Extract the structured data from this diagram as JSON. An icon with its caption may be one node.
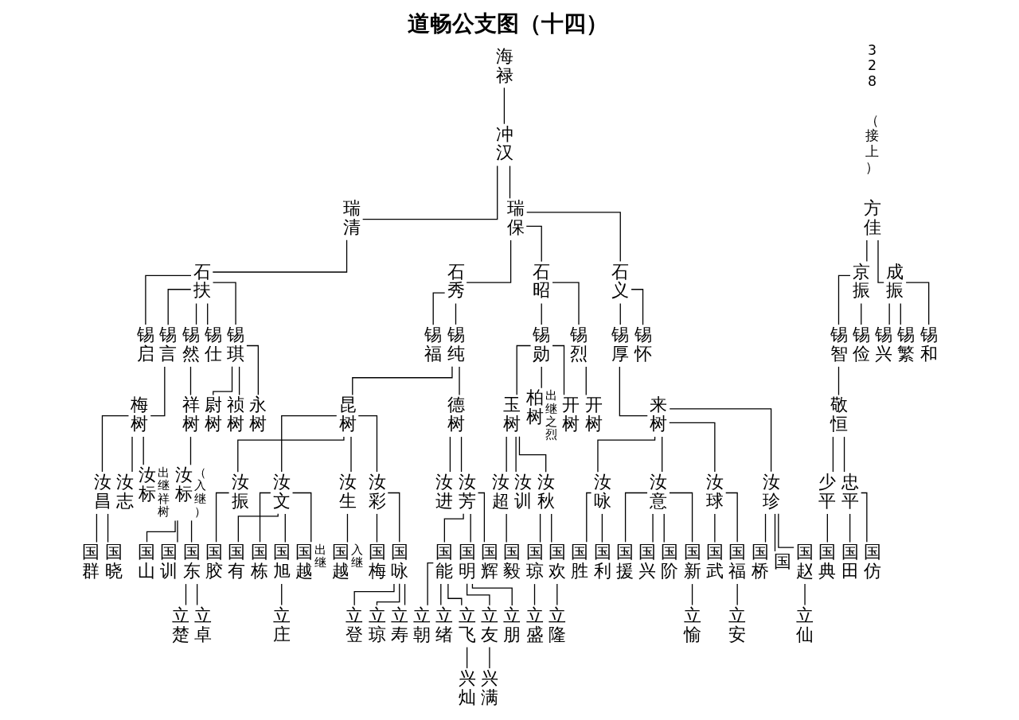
{
  "diagram": {
    "title": "道畅公支图（十四）",
    "nodes": [
      {
        "text": [
          "海禄"
        ]
      },
      {
        "text": [
          "冲汉"
        ]
      },
      {
        "text": [
          "瑞清"
        ]
      },
      {
        "text": [
          "瑞保"
        ]
      },
      {
        "text": [
          "石扶"
        ]
      },
      {
        "text": [
          "石秀"
        ]
      },
      {
        "text": [
          "石昭"
        ]
      },
      {
        "text": [
          "石义"
        ]
      },
      {
        "text": [
          "锡启"
        ]
      },
      {
        "text": [
          "锡言"
        ]
      },
      {
        "text": [
          "锡然"
        ]
      },
      {
        "text": [
          "锡仕"
        ]
      },
      {
        "text": [
          "锡琪"
        ]
      },
      {
        "text": [
          "锡福"
        ]
      },
      {
        "text": [
          "锡纯"
        ]
      },
      {
        "text": [
          "锡勋"
        ]
      },
      {
        "text": [
          "锡烈"
        ]
      },
      {
        "text": [
          "锡厚"
        ]
      },
      {
        "text": [
          "锡怀"
        ]
      },
      {
        "text": [
          "方佳"
        ]
      },
      {
        "text": [
          "京振"
        ]
      },
      {
        "text": [
          "成振"
        ]
      },
      {
        "text": [
          "锡智"
        ]
      },
      {
        "text": [
          "锡俭"
        ]
      },
      {
        "text": [
          "锡兴"
        ]
      },
      {
        "text": [
          "锡繁"
        ]
      },
      {
        "text": [
          "锡和"
        ]
      },
      {
        "text": [
          "梅树"
        ]
      },
      {
        "text": [
          "祥树"
        ]
      },
      {
        "text": [
          "尉树"
        ]
      },
      {
        "text": [
          "祯树"
        ]
      },
      {
        "text": [
          "永树"
        ]
      },
      {
        "text": [
          "昆树"
        ]
      },
      {
        "text": [
          "德树"
        ]
      },
      {
        "text": [
          "玉树"
        ]
      },
      {
        "text": [
          "柏树"
        ],
        "beside": [
          "出继之烈"
        ]
      },
      {
        "text": [
          "开树"
        ]
      },
      {
        "text": [
          "开树"
        ]
      },
      {
        "text": [
          "来树"
        ]
      },
      {
        "text": [
          "敬恒"
        ]
      },
      {
        "text": [
          "汝昌"
        ]
      },
      {
        "text": [
          "汝志"
        ]
      },
      {
        "text": [
          "汝标"
        ],
        "beside": [
          "出继祥树"
        ]
      },
      {
        "text": [
          "汝标"
        ],
        "beside": [
          "（入继）"
        ]
      },
      {
        "text": [
          "汝振"
        ]
      },
      {
        "text": [
          "汝文"
        ]
      },
      {
        "text": [
          "汝生"
        ]
      },
      {
        "text": [
          "汝彩"
        ]
      },
      {
        "text": [
          "汝进"
        ]
      },
      {
        "text": [
          "汝芳"
        ]
      },
      {
        "text": [
          "汝超"
        ]
      },
      {
        "text": [
          "汝训"
        ]
      },
      {
        "text": [
          "汝秋"
        ]
      },
      {
        "text": [
          "汝咏"
        ]
      },
      {
        "text": [
          "汝意"
        ]
      },
      {
        "text": [
          "汝球"
        ]
      },
      {
        "text": [
          "汝珍"
        ]
      },
      {
        "text": [
          "少平"
        ]
      },
      {
        "text": [
          "忠平"
        ]
      },
      {
        "text": [
          "国群"
        ]
      },
      {
        "text": [
          "国晓"
        ]
      },
      {
        "text": [
          "国山"
        ]
      },
      {
        "text": [
          "国训"
        ]
      },
      {
        "text": [
          "国东"
        ]
      },
      {
        "text": [
          "国胶"
        ]
      },
      {
        "text": [
          "国有"
        ]
      },
      {
        "text": [
          "国栋"
        ]
      },
      {
        "text": [
          "国旭"
        ]
      },
      {
        "text": [
          "国越"
        ],
        "beside": [
          "出继"
        ]
      },
      {
        "text": [
          "国越"
        ],
        "beside": [
          "入继"
        ]
      },
      {
        "text": [
          "国梅"
        ]
      },
      {
        "text": [
          "国咏"
        ]
      },
      {
        "text": [
          "国能"
        ]
      },
      {
        "text": [
          "国明"
        ]
      },
      {
        "text": [
          "国辉"
        ]
      },
      {
        "text": [
          "国毅"
        ]
      },
      {
        "text": [
          "国琼"
        ]
      },
      {
        "text": [
          "国欢"
        ]
      },
      {
        "text": [
          "国胜"
        ]
      },
      {
        "text": [
          "国利"
        ]
      },
      {
        "text": [
          "国援"
        ]
      },
      {
        "text": [
          "国兴"
        ]
      },
      {
        "text": [
          "国阶"
        ]
      },
      {
        "text": [
          "国新"
        ]
      },
      {
        "text": [
          "国武"
        ]
      },
      {
        "text": [
          "国福"
        ]
      },
      {
        "text": [
          "国桥"
        ]
      },
      {
        "text": [
          "国"
        ]
      },
      {
        "text": [
          "国赵"
        ]
      },
      {
        "text": [
          "国典"
        ]
      },
      {
        "text": [
          "国田"
        ]
      },
      {
        "text": [
          "国仿"
        ]
      },
      {
        "text": [
          "立楚"
        ]
      },
      {
        "text": [
          "立卓"
        ]
      },
      {
        "text": [
          "立庄"
        ]
      },
      {
        "text": [
          "立登"
        ]
      },
      {
        "text": [
          "立琼"
        ]
      },
      {
        "text": [
          "立寿"
        ]
      },
      {
        "text": [
          "立朝"
        ]
      },
      {
        "text": [
          "立绪"
        ]
      },
      {
        "text": [
          "立飞"
        ]
      },
      {
        "text": [
          "立友"
        ]
      },
      {
        "text": [
          "立朋"
        ]
      },
      {
        "text": [
          "立盛"
        ]
      },
      {
        "text": [
          "立隆"
        ]
      },
      {
        "text": [
          "立愉"
        ]
      },
      {
        "text": [
          "立安"
        ]
      },
      {
        "text": [
          "立仙"
        ]
      },
      {
        "text": [
          "兴灿"
        ]
      },
      {
        "text": [
          "兴满"
        ]
      }
    ],
    "edges": [
      {
        "from": 0,
        "to": 1,
        "arrow": "none"
      },
      {
        "from": 1,
        "to": 2,
        "arrow": "none"
      },
      {
        "from": 1,
        "to": 3,
        "arrow": "none"
      },
      {
        "from": 2,
        "to": 4,
        "arrow": "none"
      },
      {
        "from": 3,
        "to": 5,
        "arrow": "none"
      },
      {
        "from": 3,
        "to": 6,
        "arrow": "none"
      },
      {
        "from": 3,
        "to": 7,
        "arrow": "none"
      },
      {
        "from": 4,
        "to": 8,
        "arrow": "none"
      },
      {
        "from": 4,
        "to": 9,
        "arrow": "none"
      },
      {
        "from": 4,
        "to": 10,
        "arrow": "none"
      },
      {
        "from": 4,
        "to": 11,
        "arrow": "none"
      },
      {
        "from": 4,
        "to": 12,
        "arrow": "none"
      },
      {
        "from": 5,
        "to": 13,
        "arrow": "none"
      },
      {
        "from": 5,
        "to": 14,
        "arrow": "none"
      },
      {
        "from": 6,
        "to": 15,
        "arrow": "none"
      },
      {
        "from": 6,
        "to": 16,
        "arrow": "none"
      },
      {
        "from": 7,
        "to": 17,
        "arrow": "none"
      },
      {
        "from": 7,
        "to": 18,
        "arrow": "none"
      },
      {
        "from": 19,
        "to": 20,
        "arrow": "none"
      },
      {
        "from": 19,
        "to": 21,
        "arrow": "none"
      },
      {
        "from": 20,
        "to": 22,
        "arrow": "none"
      },
      {
        "from": 20,
        "to": 23,
        "arrow": "none"
      },
      {
        "from": 21,
        "to": 24,
        "arrow": "none"
      },
      {
        "from": 21,
        "to": 25,
        "arrow": "none"
      },
      {
        "from": 21,
        "to": 26,
        "arrow": "none"
      },
      {
        "from": 9,
        "to": 27,
        "arrow": "none"
      },
      {
        "from": 10,
        "to": 28,
        "arrow": "none"
      },
      {
        "from": 12,
        "to": 29,
        "arrow": "none"
      },
      {
        "from": 12,
        "to": 30,
        "arrow": "none"
      },
      {
        "from": 12,
        "to": 31,
        "arrow": "none"
      },
      {
        "from": 14,
        "to": 32,
        "arrow": "none"
      },
      {
        "from": 14,
        "to": 33,
        "arrow": "none"
      },
      {
        "from": 15,
        "to": 34,
        "arrow": "none"
      },
      {
        "from": 15,
        "to": 35,
        "arrow": "none"
      },
      {
        "from": 15,
        "to": 36,
        "arrow": "none"
      },
      {
        "from": 16,
        "to": 37,
        "arrow": "none"
      },
      {
        "from": 17,
        "to": 38,
        "arrow": "none"
      },
      {
        "from": 22,
        "to": 39,
        "arrow": "none"
      },
      {
        "from": 27,
        "to": 40,
        "arrow": "none"
      },
      {
        "from": 27,
        "to": 41,
        "arrow": "none"
      },
      {
        "from": 27,
        "to": 42,
        "arrow": "none"
      },
      {
        "from": 28,
        "to": 43,
        "arrow": "none"
      },
      {
        "from": 32,
        "to": 44,
        "arrow": "none"
      },
      {
        "from": 32,
        "to": 45,
        "arrow": "none"
      },
      {
        "from": 32,
        "to": 46,
        "arrow": "none"
      },
      {
        "from": 32,
        "to": 47,
        "arrow": "none"
      },
      {
        "from": 33,
        "to": 48,
        "arrow": "none"
      },
      {
        "from": 33,
        "to": 49,
        "arrow": "none"
      },
      {
        "from": 34,
        "to": 50,
        "arrow": "none"
      },
      {
        "from": 34,
        "to": 51,
        "arrow": "none"
      },
      {
        "from": 34,
        "to": 52,
        "arrow": "none"
      },
      {
        "from": 38,
        "to": 53,
        "arrow": "none"
      },
      {
        "from": 38,
        "to": 54,
        "arrow": "none"
      },
      {
        "from": 38,
        "to": 55,
        "arrow": "none"
      },
      {
        "from": 38,
        "to": 56,
        "arrow": "none"
      },
      {
        "from": 39,
        "to": 57,
        "arrow": "none"
      },
      {
        "from": 39,
        "to": 58,
        "arrow": "none"
      },
      {
        "from": 40,
        "to": 59,
        "arrow": "none"
      },
      {
        "from": 40,
        "to": 60,
        "arrow": "none"
      },
      {
        "from": 43,
        "to": 61,
        "arrow": "none"
      },
      {
        "from": 43,
        "to": 62,
        "arrow": "none"
      },
      {
        "from": 43,
        "to": 63,
        "arrow": "none"
      },
      {
        "from": 44,
        "to": 64,
        "arrow": "none"
      },
      {
        "from": 45,
        "to": 65,
        "arrow": "none"
      },
      {
        "from": 45,
        "to": 66,
        "arrow": "none"
      },
      {
        "from": 45,
        "to": 67,
        "arrow": "none"
      },
      {
        "from": 45,
        "to": 68,
        "arrow": "none"
      },
      {
        "from": 46,
        "to": 69,
        "arrow": "none"
      },
      {
        "from": 47,
        "to": 70,
        "arrow": "none"
      },
      {
        "from": 47,
        "to": 71,
        "arrow": "none"
      },
      {
        "from": 49,
        "to": 72,
        "arrow": "none"
      },
      {
        "from": 49,
        "to": 73,
        "arrow": "none"
      },
      {
        "from": 49,
        "to": 74,
        "arrow": "none"
      },
      {
        "from": 50,
        "to": 75,
        "arrow": "none"
      },
      {
        "from": 52,
        "to": 76,
        "arrow": "none"
      },
      {
        "from": 52,
        "to": 77,
        "arrow": "none"
      },
      {
        "from": 53,
        "to": 78,
        "arrow": "none"
      },
      {
        "from": 53,
        "to": 79,
        "arrow": "none"
      },
      {
        "from": 54,
        "to": 80,
        "arrow": "none"
      },
      {
        "from": 54,
        "to": 81,
        "arrow": "none"
      },
      {
        "from": 54,
        "to": 82,
        "arrow": "none"
      },
      {
        "from": 54,
        "to": 83,
        "arrow": "none"
      },
      {
        "from": 55,
        "to": 84,
        "arrow": "none"
      },
      {
        "from": 55,
        "to": 85,
        "arrow": "none"
      },
      {
        "from": 56,
        "to": 86,
        "arrow": "none"
      },
      {
        "from": 56,
        "to": 87,
        "arrow": "none"
      },
      {
        "from": 56,
        "to": 88,
        "arrow": "none"
      },
      {
        "from": 57,
        "to": 89,
        "arrow": "none"
      },
      {
        "from": 58,
        "to": 90,
        "arrow": "none"
      },
      {
        "from": 58,
        "to": 91,
        "arrow": "none"
      },
      {
        "from": 63,
        "to": 92,
        "arrow": "none"
      },
      {
        "from": 63,
        "to": 93,
        "arrow": "none"
      },
      {
        "from": 67,
        "to": 94,
        "arrow": "none"
      },
      {
        "from": 71,
        "to": 95,
        "arrow": "none"
      },
      {
        "from": 71,
        "to": 96,
        "arrow": "none"
      },
      {
        "from": 71,
        "to": 97,
        "arrow": "none"
      },
      {
        "from": 72,
        "to": 98,
        "arrow": "none"
      },
      {
        "from": 72,
        "to": 99,
        "arrow": "none"
      },
      {
        "from": 72,
        "to": 100,
        "arrow": "none"
      },
      {
        "from": 73,
        "to": 101,
        "arrow": "none"
      },
      {
        "from": 73,
        "to": 102,
        "arrow": "none"
      },
      {
        "from": 76,
        "to": 103,
        "arrow": "none"
      },
      {
        "from": 77,
        "to": 104,
        "arrow": "none"
      },
      {
        "from": 83,
        "to": 105,
        "arrow": "none"
      },
      {
        "from": 85,
        "to": 106,
        "arrow": "none"
      },
      {
        "from": 88,
        "to": 107,
        "arrow": "none"
      },
      {
        "from": 100,
        "to": 108,
        "arrow": "none"
      },
      {
        "from": 101,
        "to": 109,
        "arrow": "none"
      }
    ],
    "labels": [
      "328",
      "（接上）"
    ]
  }
}
